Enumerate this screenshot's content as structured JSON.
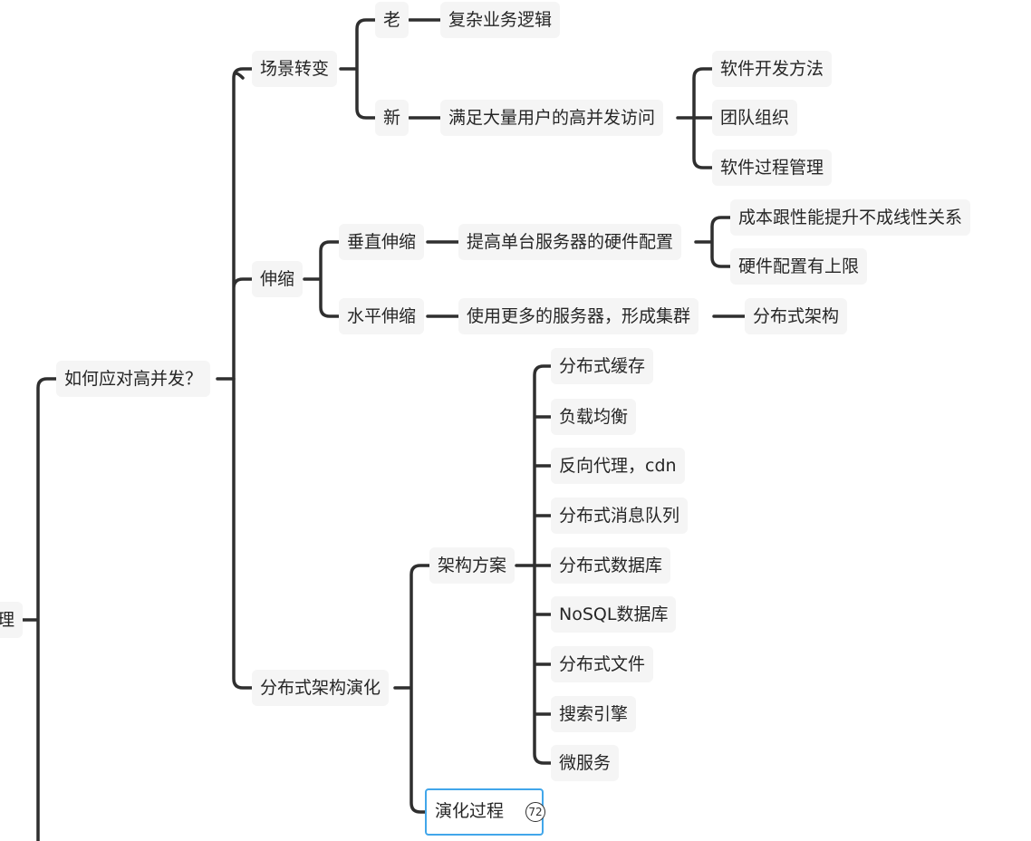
{
  "nodes": {
    "root_partial": "理",
    "how_to_handle": "如何应对高并发？",
    "scene_change": "场景转变",
    "old": "老",
    "complex_logic": "复杂业务逻辑",
    "new": "新",
    "meet_high_concurrency": "满足大量用户的高并发访问",
    "dev_method": "软件开发方法",
    "team_org": "团队组织",
    "process_mgmt": "软件过程管理",
    "scaling": "伸缩",
    "vertical": "垂直伸缩",
    "improve_hw": "提高单台服务器的硬件配置",
    "cost_nonlinear": "成本跟性能提升不成线性关系",
    "hw_limit": "硬件配置有上限",
    "horizontal": "水平伸缩",
    "more_servers": "使用更多的服务器，形成集群",
    "distributed_arch": "分布式架构",
    "dist_evolution": "分布式架构演化",
    "arch_plan": "架构方案",
    "dist_cache": "分布式缓存",
    "load_balance": "负载均衡",
    "reverse_proxy": "反向代理，cdn",
    "dist_mq": "分布式消息队列",
    "dist_db": "分布式数据库",
    "nosql_db": "NoSQL数据库",
    "dist_file": "分布式文件",
    "search_engine": "搜索引擎",
    "microservice": "微服务",
    "evolution_process": "演化过程",
    "collapsed_count": "72"
  }
}
